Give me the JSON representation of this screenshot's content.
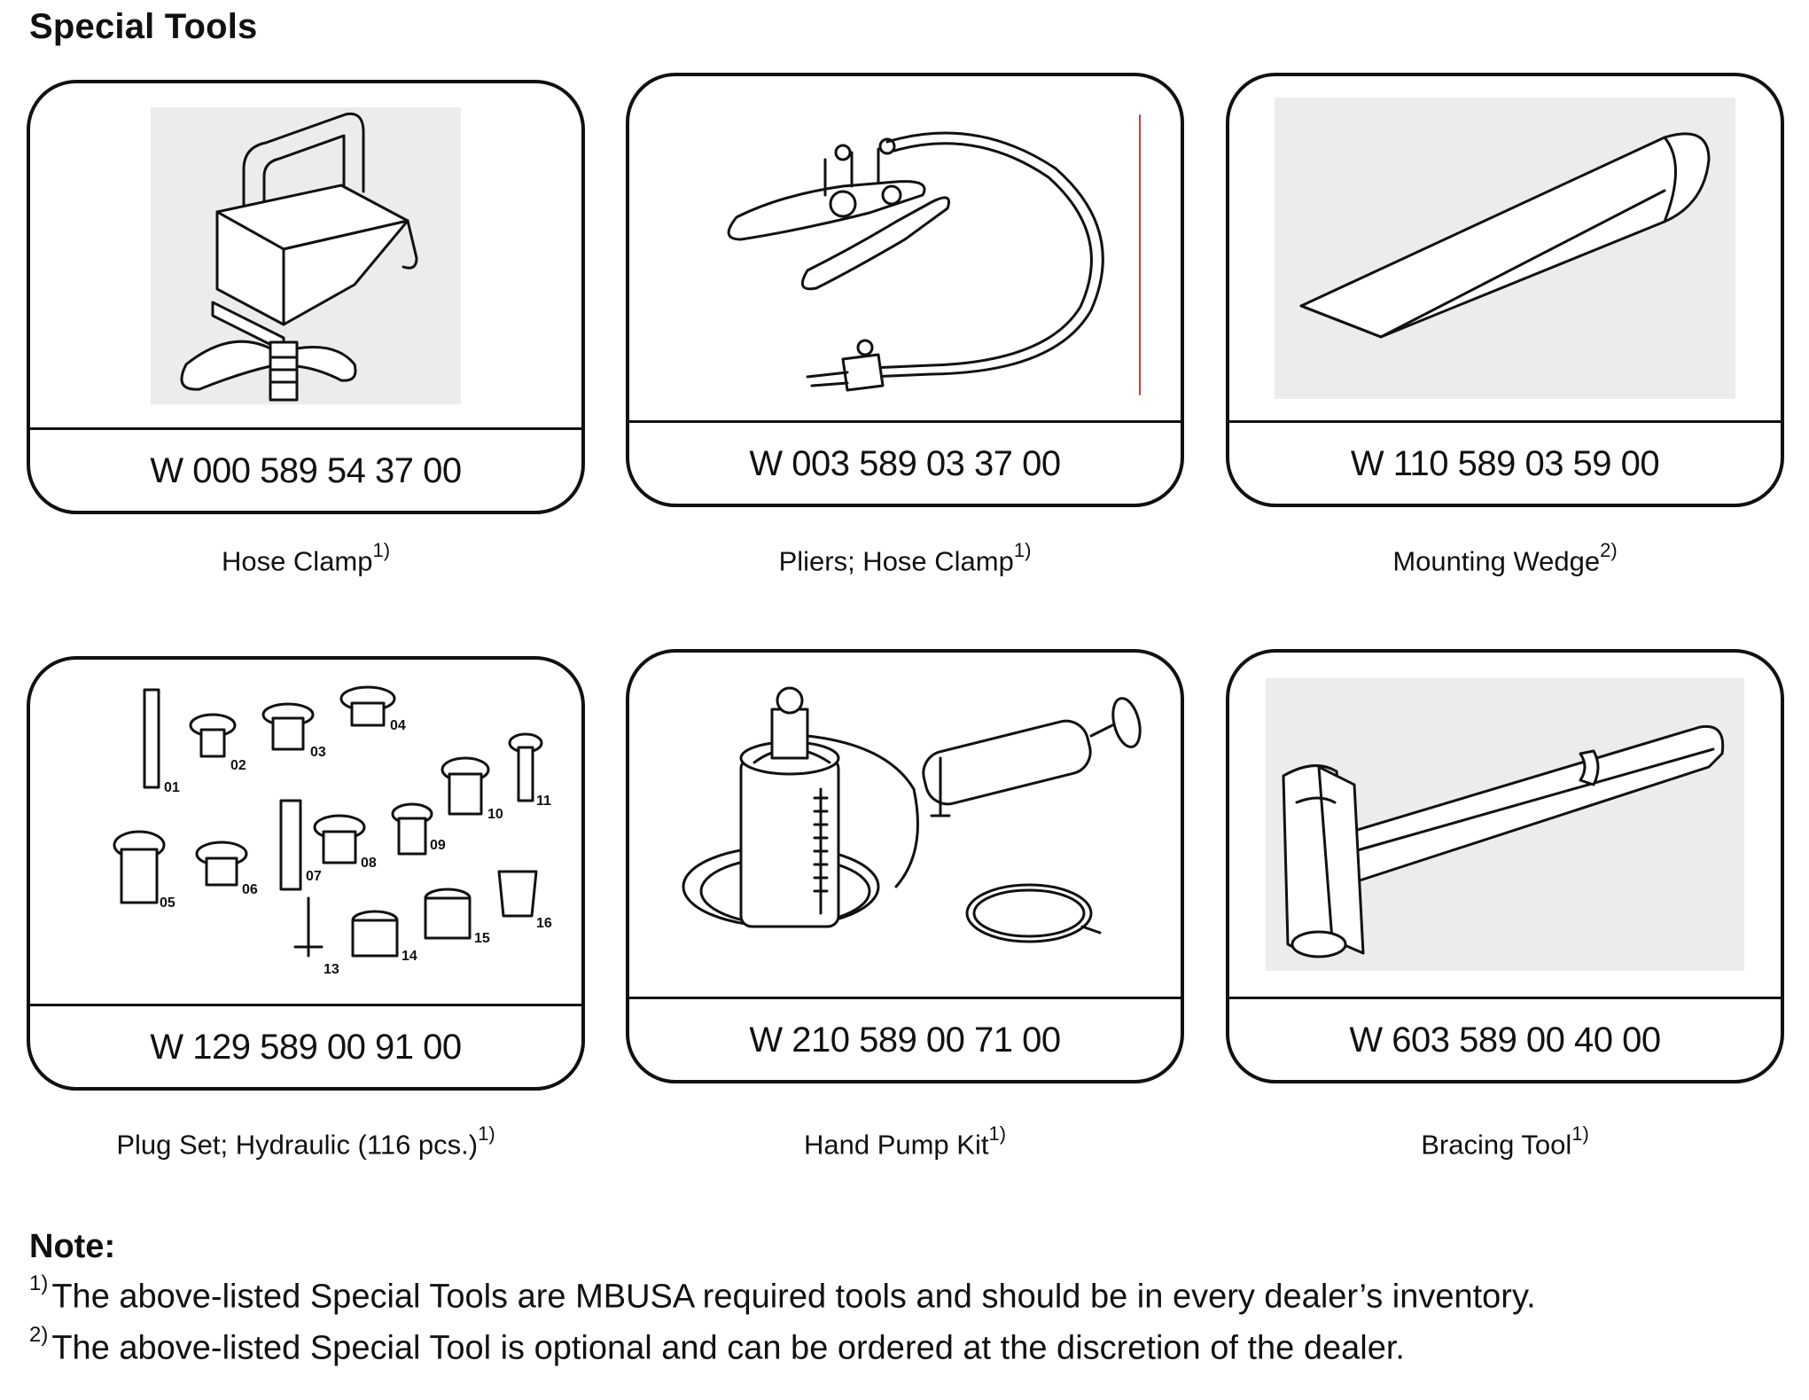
{
  "page": {
    "title": "Special Tools"
  },
  "tools": [
    {
      "part_number": "W 000 589 54 37 00",
      "name": "Hose Clamp",
      "footnote": "1)",
      "icon": "hose-clamp-icon"
    },
    {
      "part_number": "W 003 589 03 37 00",
      "name": "Pliers; Hose Clamp",
      "footnote": "1)",
      "icon": "hose-clamp-pliers-icon"
    },
    {
      "part_number": "W 110 589 03 59 00",
      "name": "Mounting Wedge",
      "footnote": "2)",
      "icon": "mounting-wedge-icon"
    },
    {
      "part_number": "W 129 589 00 91 00",
      "name": "Plug Set; Hydraulic (116 pcs.)",
      "footnote": "1)",
      "icon": "plug-set-icon"
    },
    {
      "part_number": "W 210 589 00 71 00",
      "name": "Hand Pump Kit",
      "footnote": "1)",
      "icon": "hand-pump-kit-icon"
    },
    {
      "part_number": "W 603 589 00 40 00",
      "name": "Bracing Tool",
      "footnote": "1)",
      "icon": "bracing-tool-icon"
    }
  ],
  "plug_labels": [
    "01",
    "02",
    "03",
    "04",
    "05",
    "06",
    "07",
    "08",
    "09",
    "10",
    "11",
    "13",
    "14",
    "15",
    "16"
  ],
  "notes": {
    "title": "Note:",
    "items": [
      {
        "marker": "1)",
        "text": "The above-listed Special Tools are MBUSA required tools and should be in every dealer’s inventory."
      },
      {
        "marker": "2)",
        "text": "The above-listed Special Tool is optional and can be ordered at the discretion of the dealer."
      }
    ]
  }
}
